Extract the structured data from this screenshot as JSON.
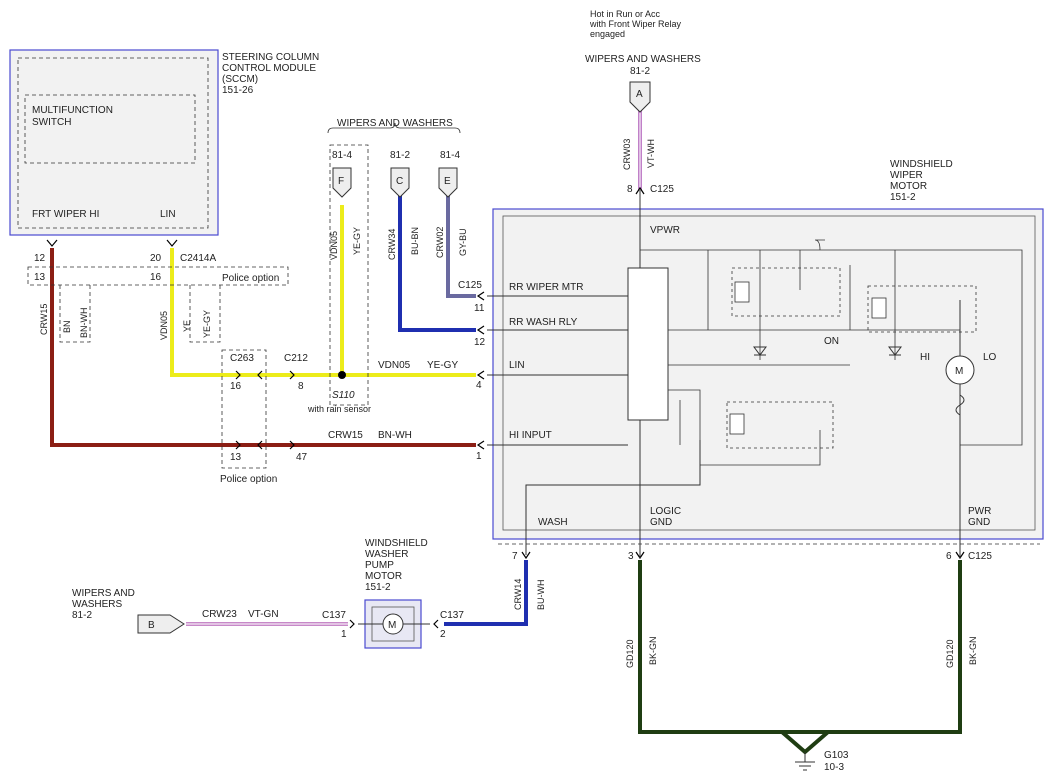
{
  "colors": {
    "crw15": "#8b1e14",
    "vdn05": "#ecec1a",
    "blue": "#1f2fb0",
    "crw03": "#c080c8",
    "crw23": "#c788c8",
    "ground": "#1f3d12",
    "module_border": "#4a4ad0"
  },
  "top_note": {
    "line1": "Hot in Run or Acc",
    "line2": "with Front Wiper Relay",
    "line3": "engaged"
  },
  "sccm": {
    "title_line1": "STEERING COLUMN",
    "title_line2": "CONTROL MODULE",
    "title_line3": "(SCCM)",
    "ref": "151-26",
    "mfs_line1": "MULTIFUNCTION",
    "mfs_line2": "SWITCH",
    "pin_frt_wiper_hi": "FRT WIPER HI",
    "pin_lin": "LIN"
  },
  "wipers_top": {
    "title": "WIPERS AND WASHERS",
    "ref": "81-2",
    "tag": "A"
  },
  "wipers_group": {
    "title": "WIPERS AND WASHERS"
  },
  "connectors": [
    {
      "ref": "81-4",
      "tag": "F"
    },
    {
      "ref": "81-2",
      "tag": "C"
    },
    {
      "ref": "81-4",
      "tag": "E"
    }
  ],
  "labels": {
    "c2414a": "C2414A",
    "police_option": "Police option",
    "c263": "C263",
    "c212": "C212",
    "s110": "S110",
    "with_rain_sensor": "with rain sensor",
    "c125": "C125",
    "c137": "C137"
  },
  "pins": {
    "p12": "12",
    "p13": "13",
    "p20": "20",
    "p16": "16",
    "p16b": "16",
    "p8": "8",
    "p13b": "13",
    "p47": "47",
    "p11": "11",
    "p12b": "12",
    "p4": "4",
    "p1": "1",
    "p8top": "8",
    "p7": "7",
    "p3": "3",
    "p6": "6",
    "p1pump": "1",
    "p2pump": "2"
  },
  "wires": {
    "crw15": "CRW15",
    "bn": "BN",
    "bn_wh": "BN-WH",
    "vdn05": "VDN05",
    "ye": "YE",
    "ye_gy": "YE-GY",
    "crw34": "CRW34",
    "bu_bn": "BU-BN",
    "crw02": "CRW02",
    "gy_bu": "GY-BU",
    "crw03": "CRW03",
    "vt_wh": "VT-WH",
    "crw14": "CRW14",
    "bu_wh": "BU-WH",
    "crw23": "CRW23",
    "vt_gn": "VT-GN",
    "gd120": "GD120",
    "bk_gn": "BK-GN"
  },
  "motor": {
    "title_line1": "WINDSHIELD",
    "title_line2": "WIPER",
    "title_line3": "MOTOR",
    "ref": "151-2",
    "vpwr": "VPWR",
    "rr_wiper_mtr": "RR WIPER MTR",
    "rr_wash_rly": "RR WASH RLY",
    "lin": "LIN",
    "hi_input": "HI INPUT",
    "on": "ON",
    "hi": "HI",
    "lo": "LO",
    "m": "M",
    "wash": "WASH",
    "logic": "LOGIC",
    "gnd": "GND",
    "pwr": "PWR",
    "gnd2": "GND"
  },
  "pump": {
    "title_line1": "WINDSHIELD",
    "title_line2": "WASHER",
    "title_line3": "PUMP",
    "title_line4": "MOTOR",
    "ref": "151-2",
    "m": "M"
  },
  "wipers_left": {
    "title_line1": "WIPERS AND",
    "title_line2": "WASHERS",
    "ref": "81-2",
    "tag": "B"
  },
  "ground": {
    "id": "G103",
    "ref": "10-3"
  }
}
